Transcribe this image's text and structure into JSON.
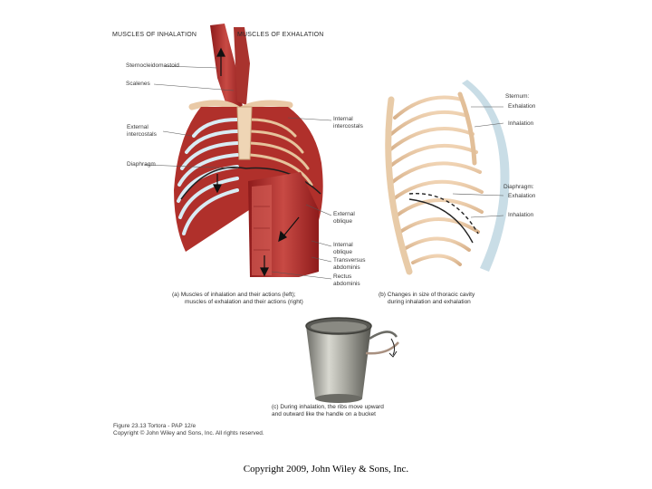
{
  "figure": {
    "header_left": "MUSCLES OF INHALATION",
    "header_right": "MUSCLES OF EXHALATION",
    "left_labels": {
      "sternocleidomastoid": "Sternocleidomastoid",
      "scalenes": "Scalenes",
      "external_intercostals_1": "External",
      "external_intercostals_2": "intercostals",
      "diaphragm": "Diaphragm"
    },
    "right_labels": {
      "internal_intercostals_1": "Internal",
      "internal_intercostals_2": "intercostals",
      "external_oblique_1": "External",
      "external_oblique_2": "oblique",
      "internal_oblique_1": "Internal",
      "internal_oblique_2": "oblique",
      "transversus_1": "Transversus",
      "transversus_2": "abdominis",
      "rectus_1": "Rectus",
      "rectus_2": "abdominis"
    },
    "thorax_labels": {
      "sternum": "Sternum:",
      "sternum_exhalation": "Exhalation",
      "sternum_inhalation": "Inhalation",
      "diaphragm": "Diaphragm:",
      "diaphragm_exhalation": "Exhalation",
      "diaphragm_inhalation": "Inhalation"
    },
    "caption_a_1": "(a) Muscles of inhalation and their actions (left);",
    "caption_a_2": "muscles of exhalation and their actions (right)",
    "caption_b_1": "(b) Changes in size of thoracic cavity",
    "caption_b_2": "during inhalation and exhalation",
    "caption_c_1": "(c) During inhalation, the ribs move upward",
    "caption_c_2": "and outward like the handle on a bucket",
    "figure_ref": "Figure 23.13 Tortora - PAP 12/e",
    "figure_copyright": "Copyright © John Wiley and Sons, Inc. All rights reserved."
  },
  "footer": "Copyright 2009, John Wiley & Sons, Inc."
}
